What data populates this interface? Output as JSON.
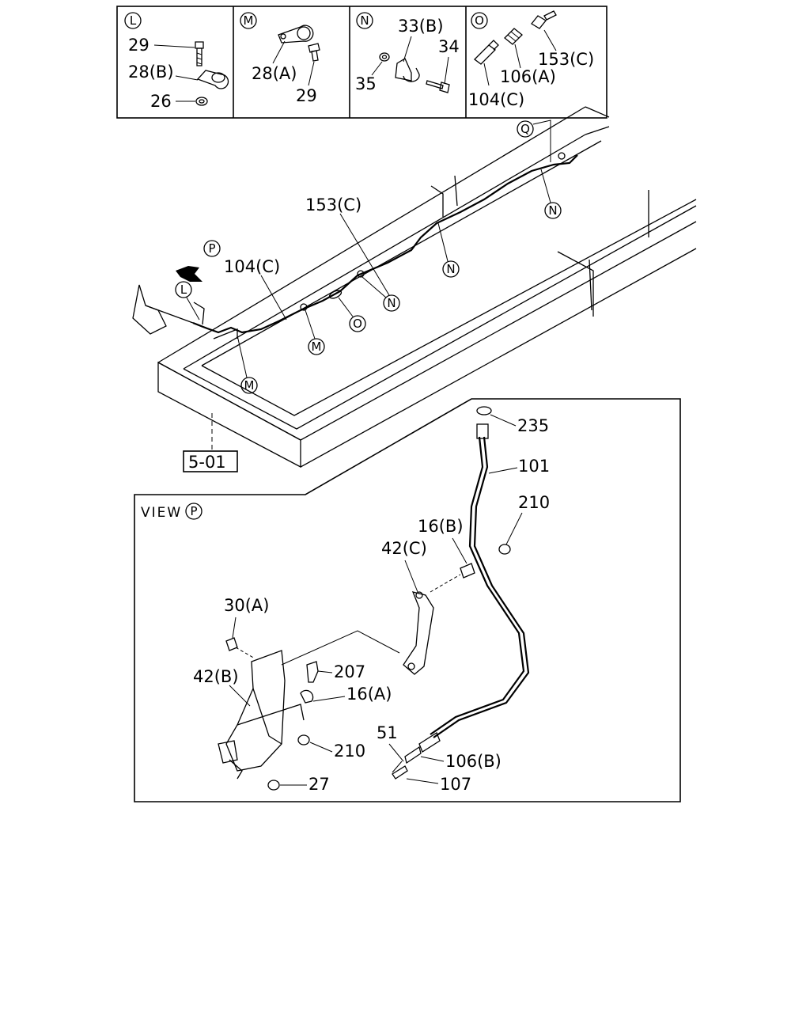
{
  "insets": {
    "L": {
      "letter": "L",
      "labels": [
        "29",
        "28(B)",
        "26"
      ]
    },
    "M": {
      "letter": "M",
      "labels": [
        "28(A)",
        "29"
      ]
    },
    "N": {
      "letter": "N",
      "labels": [
        "33(B)",
        "34",
        "35"
      ]
    },
    "O": {
      "letter": "O",
      "labels": [
        "106(A)",
        "153(C)",
        "104(C)"
      ]
    }
  },
  "main": {
    "callouts": {
      "Q": "Q",
      "P": "P",
      "L": "L",
      "N1": "N",
      "N2": "N",
      "N3": "N",
      "M1": "M",
      "M2": "M",
      "O": "O"
    },
    "labels": {
      "c153": "153(C)",
      "c104": "104(C)",
      "ref": "5-01"
    }
  },
  "view": {
    "title": "VIEW",
    "letter": "P",
    "labels": {
      "l235": "235",
      "l101": "101",
      "l210a": "210",
      "l16b": "16(B)",
      "l42c": "42(C)",
      "l30a": "30(A)",
      "l207": "207",
      "l42b": "42(B)",
      "l16a": "16(A)",
      "l210b": "210",
      "l51": "51",
      "l106b": "106(B)",
      "l27": "27",
      "l107": "107"
    }
  }
}
